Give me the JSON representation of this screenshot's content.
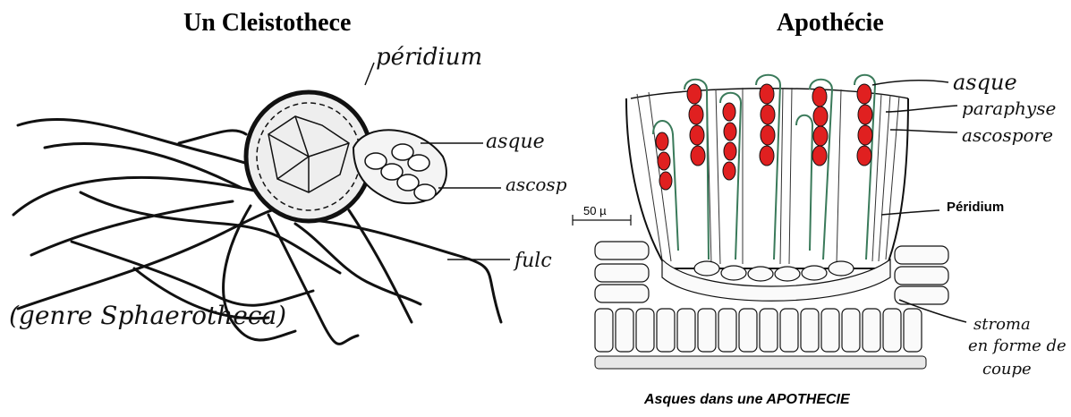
{
  "titles": {
    "left": "Un Cleistothece",
    "right": "Apothécie"
  },
  "left_labels": {
    "peridium": "péridium",
    "asque": "asque",
    "ascospore": "ascosp",
    "fulcre": "fulc",
    "genre": "(genre Sphaerotheca)"
  },
  "right_labels": {
    "asque": "asque",
    "paraphyse": "paraphyse",
    "ascospore": "ascospore",
    "peridium": "Péridium",
    "scale": "50 µ",
    "stroma_line1": "stroma",
    "stroma_line2": "en forme de",
    "stroma_line3": "coupe"
  },
  "caption": "Asques dans une APOTHECIE",
  "colors": {
    "spore_red": "#e02020",
    "ink": "#111111",
    "ascus_green": "#3a7a5a"
  }
}
